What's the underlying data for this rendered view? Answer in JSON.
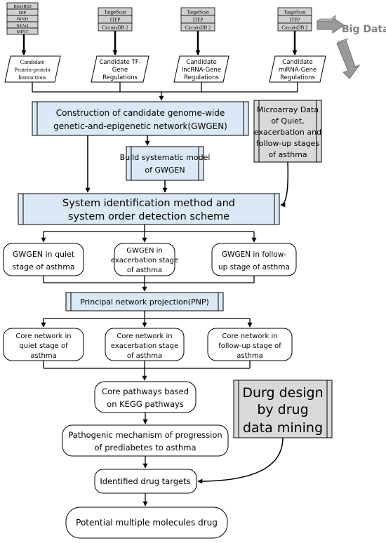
{
  "big_data": {
    "label": "Big Data"
  },
  "databases": {
    "ppi": [
      "BioGRID",
      "DIP",
      "BIND",
      "IntAct",
      "MINT"
    ],
    "tf": [
      "TargetScan",
      "ITFP",
      "CircuitsDB 2"
    ],
    "lncrna": [
      "TargetScan",
      "ITFP",
      "CircuitsDB 2"
    ],
    "mirna": [
      "TargetScan",
      "ITFP",
      "CircuitsDB 2"
    ]
  },
  "candidates": [
    {
      "lines": [
        "Candidate",
        "Protein-protein",
        "Interactions"
      ]
    },
    {
      "lines": [
        "Candidate TF-",
        "Gene",
        "Regulations"
      ]
    },
    {
      "lines": [
        "Candidate",
        "lncRNA-Gene",
        "Regulations"
      ]
    },
    {
      "lines": [
        "Candidate",
        "miRNA-Gene",
        "Regulations"
      ]
    }
  ],
  "construction": {
    "lines": [
      "Construction of candidate genome-wide",
      "genetic-and-epigenetic network(GWGEN)"
    ]
  },
  "microarray": {
    "lines": [
      "Microarray Data",
      "of Quiet,",
      "exacerbation and",
      "follow-up stages",
      "of asthma"
    ]
  },
  "build_model": {
    "lines": [
      "Build systematic model",
      "of GWGEN"
    ]
  },
  "system_id": {
    "lines": [
      "System identification method and",
      "system order detection scheme"
    ]
  },
  "gwgen_stages": [
    {
      "lines": [
        "GWGEN in quiet",
        "stage of asthma"
      ]
    },
    {
      "lines": [
        "GWGEN in",
        "exacerbation stage",
        "of asthma"
      ]
    },
    {
      "lines": [
        "GWGEN in follow-",
        "up stage of asthma"
      ]
    }
  ],
  "pnp": {
    "label": "Principal network projection(PNP)"
  },
  "core_networks": [
    {
      "lines": [
        "Core network in",
        "quiet stage of",
        "asthma"
      ]
    },
    {
      "lines": [
        "Core network in",
        "exacerbation stage",
        "of asthma"
      ]
    },
    {
      "lines": [
        "Core network in",
        "follow-up stage of",
        "asthma"
      ]
    }
  ],
  "core_pathways": {
    "lines": [
      "Core pathways based",
      "on KEGG pathways"
    ]
  },
  "drug_design": {
    "lines": [
      "Durg design",
      "by drug",
      "data mining"
    ]
  },
  "pathogenic": {
    "lines": [
      "Pathogenic mechanism of progression",
      "of prediabetes to asthma"
    ]
  },
  "drug_targets": {
    "label": "Identified drug targets"
  },
  "potential_drug": {
    "label": "Potential multiple molecules drug"
  },
  "colors": {
    "box_blue": "#dbe8f5",
    "box_gray": "#d9d9d9",
    "db_gray": "#cfcfcf",
    "stroke": "#000000",
    "big_data_text": "#7f7f7f",
    "arrow_gray": "#9a9a9a"
  }
}
